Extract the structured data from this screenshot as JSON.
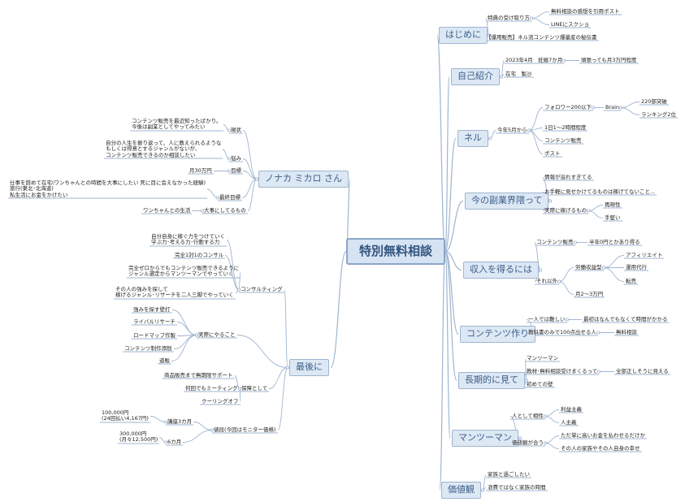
{
  "root": "特別無料相談",
  "nodes": [
    {
      "id": "hajimeni",
      "text": "はじめに",
      "tier": 1
    },
    {
      "id": "h1",
      "text": "特典の受け取り方",
      "tier": 2
    },
    {
      "id": "h1a",
      "text": "無料相談の感想を引用ポスト",
      "tier": 2
    },
    {
      "id": "h1b",
      "text": "LINEにスクショ",
      "tier": 2
    },
    {
      "id": "h2",
      "text": "【爆用販売】ネル流コンテンツ爆量産の秘伝書",
      "tier": 2
    },
    {
      "id": "jiko",
      "text": "自己紹介",
      "tier": 1
    },
    {
      "id": "j1",
      "text": "2023年4月　妊娠7か月",
      "tier": 2
    },
    {
      "id": "j1a",
      "text": "頑張っても月3万円程度",
      "tier": 2
    },
    {
      "id": "j2",
      "text": "在宅　製沙",
      "tier": 2
    },
    {
      "id": "neru",
      "text": "ネル",
      "tier": 1
    },
    {
      "id": "n1",
      "text": "今年5月から",
      "tier": 2
    },
    {
      "id": "n1a",
      "text": "フォロワー200以下",
      "tier": 2
    },
    {
      "id": "n1a1",
      "text": "Brain",
      "tier": 2
    },
    {
      "id": "n1a1a",
      "text": "220部突破",
      "tier": 2
    },
    {
      "id": "n1a1b",
      "text": "ランキング2位",
      "tier": 2
    },
    {
      "id": "n1b",
      "text": "1日1〜2時間程度",
      "tier": 2
    },
    {
      "id": "n1c",
      "text": "コンテンツ販売",
      "tier": 2
    },
    {
      "id": "n1d",
      "text": "ポスト",
      "tier": 2
    },
    {
      "id": "fukugyo",
      "text": "今の副業界隈って",
      "tier": 1
    },
    {
      "id": "f1",
      "text": "情報が溢れすぎてる",
      "tier": 2
    },
    {
      "id": "f2",
      "text": "お手軽に見せかけてるものは稼げてないこと...",
      "tier": 2
    },
    {
      "id": "f3",
      "text": "実際に稼げるもの",
      "tier": 2
    },
    {
      "id": "f3a",
      "text": "再現性",
      "tier": 2
    },
    {
      "id": "f3b",
      "text": "手堅い",
      "tier": 2
    },
    {
      "id": "shunyu",
      "text": "収入を得るには",
      "tier": 1
    },
    {
      "id": "s1",
      "text": "コンテンツ販売",
      "tier": 2
    },
    {
      "id": "s1a",
      "text": "半年0円とかあり得る",
      "tier": 2
    },
    {
      "id": "s2",
      "text": "それ以外",
      "tier": 2
    },
    {
      "id": "s2a",
      "text": "労働収益型",
      "tier": 2
    },
    {
      "id": "s2a1",
      "text": "アフィリエイト",
      "tier": 2
    },
    {
      "id": "s2a2",
      "text": "運用代行",
      "tier": 2
    },
    {
      "id": "s2a3",
      "text": "転売",
      "tier": 2
    },
    {
      "id": "s2b",
      "text": "月2〜3万円",
      "tier": 2
    },
    {
      "id": "contents",
      "text": "コンテンツ作り",
      "tier": 1
    },
    {
      "id": "c1",
      "text": "一人では難しい",
      "tier": 2
    },
    {
      "id": "c1a",
      "text": "最初はなんでもなくて時間がかかる",
      "tier": 2
    },
    {
      "id": "c2",
      "text": "教科書のみで100点出せる人",
      "tier": 2
    },
    {
      "id": "c2a",
      "text": "無料相談",
      "tier": 2
    },
    {
      "id": "choki",
      "text": "長期的に見て",
      "tier": 1
    },
    {
      "id": "l1",
      "text": "マンツーマン",
      "tier": 2
    },
    {
      "id": "l2",
      "text": "教材･無料相談受けまくるって",
      "tier": 2
    },
    {
      "id": "l2a",
      "text": "全部正しそうに見える",
      "tier": 2
    },
    {
      "id": "l3",
      "text": "初めての壁",
      "tier": 2
    },
    {
      "id": "man",
      "text": "マンツーマン",
      "tier": 1
    },
    {
      "id": "m1",
      "text": "人として相性",
      "tier": 2
    },
    {
      "id": "m1a",
      "text": "利益主義",
      "tier": 2
    },
    {
      "id": "m1b",
      "text": "人主義",
      "tier": 2
    },
    {
      "id": "m2",
      "text": "価値観が合う",
      "tier": 2
    },
    {
      "id": "m2a",
      "text": "ただ単に高いお金を払わせるだけか",
      "tier": 2
    },
    {
      "id": "m2b",
      "text": "その人の家族やその人自身の幸せ",
      "tier": 2
    },
    {
      "id": "kachi",
      "text": "価値観",
      "tier": 1
    },
    {
      "id": "k1",
      "text": "家族と過ごしたい",
      "tier": 2
    },
    {
      "id": "k2",
      "text": "浪費ではなく家族の時間",
      "tier": 2
    },
    {
      "id": "client",
      "text": "ノナカ ミカロ さん",
      "tier": 1
    },
    {
      "id": "cl1",
      "text": "現状",
      "tier": 2
    },
    {
      "id": "cl1a",
      "text": "コンテンツ販売を最近知ったばかり。\n今後は副業としてやってみたい",
      "tier": 2
    },
    {
      "id": "cl2",
      "text": "悩み",
      "tier": 2
    },
    {
      "id": "cl2a",
      "text": "自分の人生を振り返って、人に教えられるような\nもしくは得意とするジャンルがないが、\nコンテンツ販売できるのか相談したい",
      "tier": 2
    },
    {
      "id": "cl3",
      "text": "目標",
      "tier": 2
    },
    {
      "id": "cl3a",
      "text": "月30万円",
      "tier": 2
    },
    {
      "id": "cl4",
      "text": "最終目標",
      "tier": 2
    },
    {
      "id": "cl4a",
      "text": "仕事を辞めて在宅(ワンちゃんとの時間を大事にしたい 死に目に会えなかった経験)\n旅行(東北･北海道)\n私生活にお金をかけたい",
      "tier": 2
    },
    {
      "id": "cl5",
      "text": "大事にしてるもの",
      "tier": 2
    },
    {
      "id": "cl5a",
      "text": "ワンちゃんとの生活",
      "tier": 2
    },
    {
      "id": "saigo",
      "text": "最後に",
      "tier": 1
    },
    {
      "id": "sg1",
      "text": "コンサルティング",
      "tier": 2
    },
    {
      "id": "sg1a",
      "text": "自分自身に稼ぐ力をつけていく\n学ぶ力･考える力･行動する力",
      "tier": 2
    },
    {
      "id": "sg1b",
      "text": "完全1対1のコンサル",
      "tier": 2
    },
    {
      "id": "sg1c",
      "text": "完全ゼロからでもコンテンツ販売できるように\nジャンル選定からマンツーマンでやっていく",
      "tier": 2
    },
    {
      "id": "sg1d",
      "text": "その人の強みを探して\n稼げるジャンル･リサーチを二人三脚でやっていく",
      "tier": 2
    },
    {
      "id": "sg2",
      "text": "実際にやること",
      "tier": 2
    },
    {
      "id": "sg2a",
      "text": "強みを探す壁打",
      "tier": 2
    },
    {
      "id": "sg2b",
      "text": "ライバルリサーチ",
      "tier": 2
    },
    {
      "id": "sg2c",
      "text": "ロードマップ作製",
      "tier": 2
    },
    {
      "id": "sg2d",
      "text": "コンテンツ制作添削",
      "tier": 2
    },
    {
      "id": "sg2e",
      "text": "道販",
      "tier": 2
    },
    {
      "id": "sg3",
      "text": "保障として",
      "tier": 2
    },
    {
      "id": "sg3a",
      "text": "商品販売まで無期限サポート",
      "tier": 2
    },
    {
      "id": "sg3b",
      "text": "何回でもミーティング",
      "tier": 2
    },
    {
      "id": "sg3c",
      "text": "クーリングオフ",
      "tier": 2
    },
    {
      "id": "sg4",
      "text": "値段(今回はモニター価格)",
      "tier": 2
    },
    {
      "id": "sg4a",
      "text": "講座3カ月",
      "tier": 2
    },
    {
      "id": "sg4a1",
      "text": "100,000円\n(24回払い4,167円)",
      "tier": 2
    },
    {
      "id": "sg4b",
      "text": "6カ月",
      "tier": 2
    },
    {
      "id": "sg4b1",
      "text": "300,000円\n(月々12,500円)",
      "tier": 2
    }
  ],
  "colors": {
    "link": "#9fb5d0",
    "accent": "#3b5e88",
    "box": "#dde8f5"
  }
}
